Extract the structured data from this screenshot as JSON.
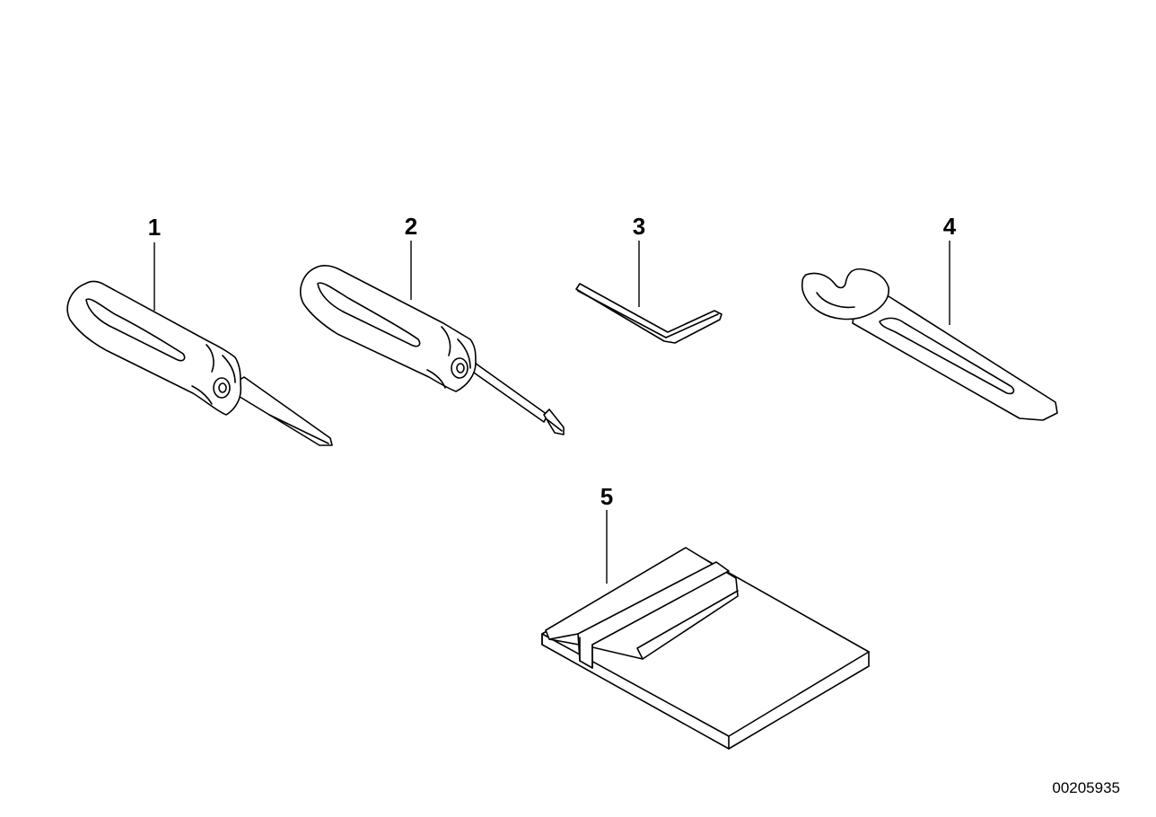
{
  "diagram": {
    "reference_number": "00205935",
    "parts": [
      {
        "callout": "1",
        "icon": "flat-screwdriver-icon"
      },
      {
        "callout": "2",
        "icon": "phillips-screwdriver-icon"
      },
      {
        "callout": "3",
        "icon": "hex-key-icon"
      },
      {
        "callout": "4",
        "icon": "open-end-wrench-icon"
      },
      {
        "callout": "5",
        "icon": "tool-pouch-icon"
      }
    ]
  }
}
